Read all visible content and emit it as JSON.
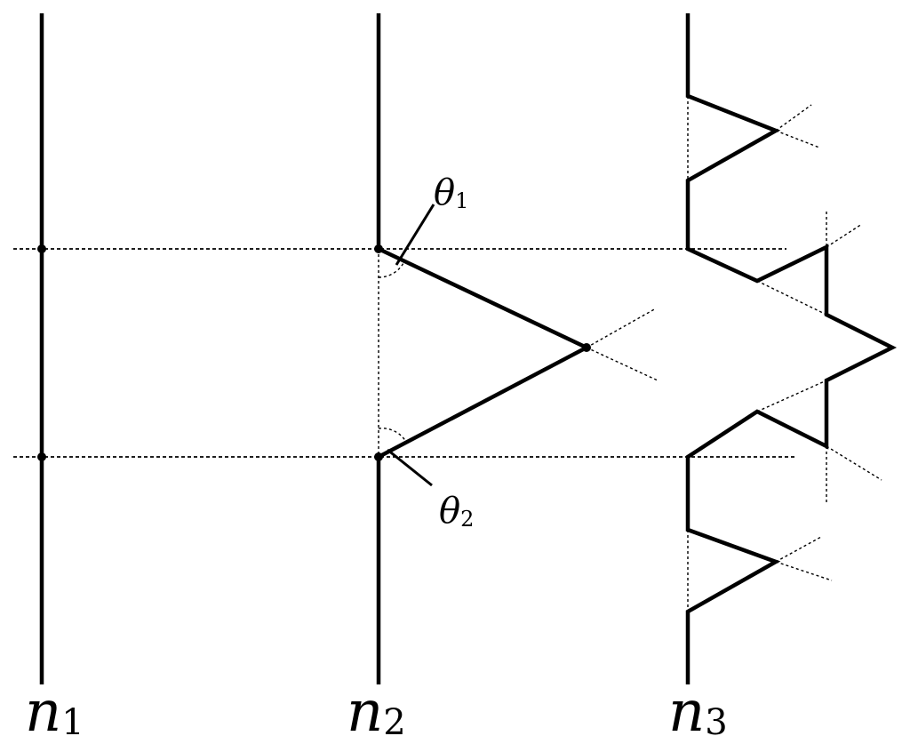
{
  "figure": {
    "stages": [
      {
        "symbol": "n",
        "subscript": "1"
      },
      {
        "symbol": "n",
        "subscript": "2"
      },
      {
        "symbol": "n",
        "subscript": "3"
      }
    ],
    "angles": [
      {
        "symbol": "θ",
        "subscript": "1"
      },
      {
        "symbol": "θ",
        "subscript": "2"
      }
    ]
  }
}
